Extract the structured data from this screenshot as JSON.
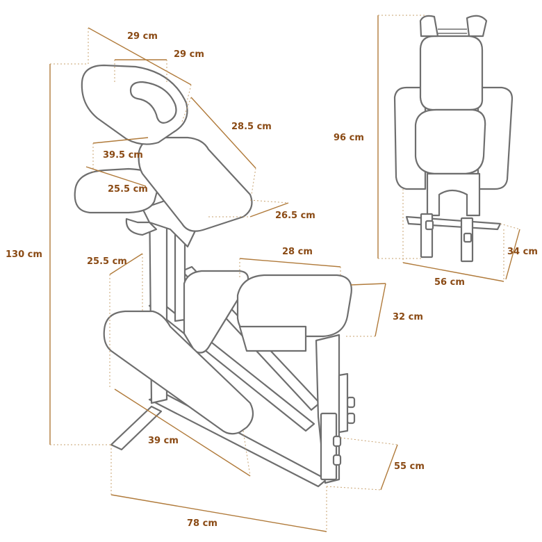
{
  "colors": {
    "dimension": "#8a4a14",
    "outline": "#6e6e6e"
  },
  "labels": {
    "headrest_width_outer": "29 cm",
    "headrest_width_inner": "29 cm",
    "chestpad_length": "28.5 cm",
    "armrest_length": "39.5 cm",
    "armrest_width": "25.5 cm",
    "chestpad_width": "26.5 cm",
    "total_height": "130 cm",
    "knee_width": "25.5 cm",
    "seat_width": "28 cm",
    "seat_depth": "32 cm",
    "knee_length": "39 cm",
    "base_depth": "55 cm",
    "total_length": "78 cm",
    "folded_height": "96 cm",
    "folded_width": "56 cm",
    "folded_depth": "34 cm"
  }
}
